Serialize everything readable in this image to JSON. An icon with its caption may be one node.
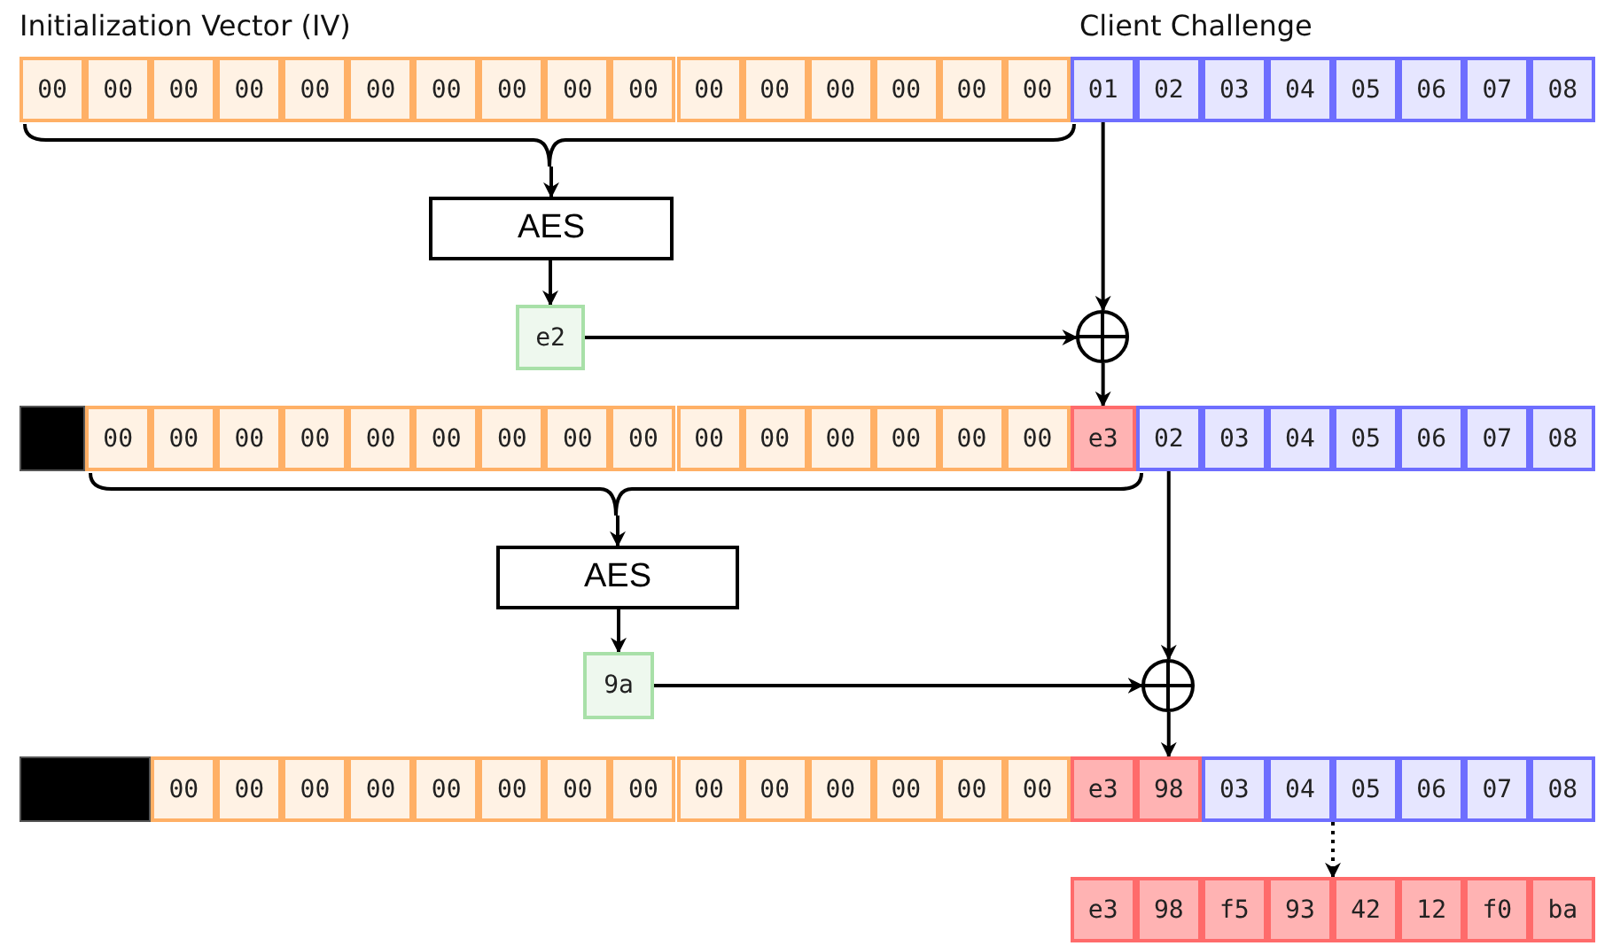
{
  "diagram": {
    "nodes": [
      {
        "text": [
          "00"
        ]
      },
      {
        "text": [
          "00"
        ]
      },
      {
        "text": [
          "00"
        ]
      },
      {
        "text": [
          "00"
        ]
      },
      {
        "text": [
          "00"
        ]
      },
      {
        "text": [
          "00"
        ]
      },
      {
        "text": [
          "00"
        ]
      },
      {
        "text": [
          "00"
        ]
      },
      {
        "text": [
          "00"
        ]
      },
      {
        "text": [
          "00"
        ]
      },
      {
        "text": [
          "00"
        ]
      },
      {
        "text": [
          "00"
        ]
      },
      {
        "text": [
          "00"
        ]
      },
      {
        "text": [
          "00"
        ]
      },
      {
        "text": [
          "00"
        ]
      },
      {
        "text": [
          "00"
        ]
      },
      {
        "text": [
          "01"
        ]
      },
      {
        "text": [
          "02"
        ]
      },
      {
        "text": [
          "03"
        ]
      },
      {
        "text": [
          "04"
        ]
      },
      {
        "text": [
          "05"
        ]
      },
      {
        "text": [
          "06"
        ]
      },
      {
        "text": [
          "07"
        ]
      },
      {
        "text": [
          "08"
        ]
      },
      {
        "text": [],
        "shape": "brace"
      },
      {
        "text": [
          "AES"
        ]
      },
      {
        "text": [
          "e2"
        ]
      },
      {
        "text": [],
        "shape": "circle"
      },
      {
        "text": [],
        "shape": "box"
      },
      {
        "text": [
          "00"
        ]
      },
      {
        "text": [
          "00"
        ]
      },
      {
        "text": [
          "00"
        ]
      },
      {
        "text": [
          "00"
        ]
      },
      {
        "text": [
          "00"
        ]
      },
      {
        "text": [
          "00"
        ]
      },
      {
        "text": [
          "00"
        ]
      },
      {
        "text": [
          "00"
        ]
      },
      {
        "text": [
          "00"
        ]
      },
      {
        "text": [
          "00"
        ]
      },
      {
        "text": [
          "00"
        ]
      },
      {
        "text": [
          "00"
        ]
      },
      {
        "text": [
          "00"
        ]
      },
      {
        "text": [
          "00"
        ]
      },
      {
        "text": [
          "00"
        ]
      },
      {
        "text": [
          "e3"
        ]
      },
      {
        "text": [
          "02"
        ]
      },
      {
        "text": [
          "03"
        ]
      },
      {
        "text": [
          "04"
        ]
      },
      {
        "text": [
          "05"
        ]
      },
      {
        "text": [
          "06"
        ]
      },
      {
        "text": [
          "07"
        ]
      },
      {
        "text": [
          "08"
        ]
      },
      {
        "text": [],
        "shape": "brace"
      },
      {
        "text": [
          "AES"
        ]
      },
      {
        "text": [
          "9a"
        ]
      },
      {
        "text": [],
        "shape": "circle"
      },
      {
        "text": [],
        "shape": "box"
      },
      {
        "text": [
          "00"
        ]
      },
      {
        "text": [
          "00"
        ]
      },
      {
        "text": [
          "00"
        ]
      },
      {
        "text": [
          "00"
        ]
      },
      {
        "text": [
          "00"
        ]
      },
      {
        "text": [
          "00"
        ]
      },
      {
        "text": [
          "00"
        ]
      },
      {
        "text": [
          "00"
        ]
      },
      {
        "text": [
          "00"
        ]
      },
      {
        "text": [
          "00"
        ]
      },
      {
        "text": [
          "00"
        ]
      },
      {
        "text": [
          "00"
        ]
      },
      {
        "text": [
          "00"
        ]
      },
      {
        "text": [
          "00"
        ]
      },
      {
        "text": [
          "e3"
        ]
      },
      {
        "text": [
          "98"
        ]
      },
      {
        "text": [
          "03"
        ]
      },
      {
        "text": [
          "04"
        ]
      },
      {
        "text": [
          "05"
        ]
      },
      {
        "text": [
          "06"
        ]
      },
      {
        "text": [
          "07"
        ]
      },
      {
        "text": [
          "08"
        ]
      },
      {
        "text": [
          "e3"
        ]
      },
      {
        "text": [
          "98"
        ]
      },
      {
        "text": [
          "f5"
        ]
      },
      {
        "text": [
          "93"
        ]
      },
      {
        "text": [
          "42"
        ]
      },
      {
        "text": [
          "12"
        ]
      },
      {
        "text": [
          "f0"
        ]
      },
      {
        "text": [
          "ba"
        ]
      }
    ],
    "edges": [
      {
        "from": 24,
        "to": 25,
        "arrow": "to"
      },
      {
        "from": 25,
        "to": 26,
        "arrow": "to"
      },
      {
        "from": 16,
        "to": 27,
        "arrow": "to"
      },
      {
        "from": 26,
        "to": 27,
        "arrow": "to"
      },
      {
        "from": 27,
        "to": 44,
        "arrow": "to"
      },
      {
        "from": 52,
        "to": 53,
        "arrow": "to"
      },
      {
        "from": 53,
        "to": 54,
        "arrow": "to"
      },
      {
        "from": 45,
        "to": 55,
        "arrow": "to"
      },
      {
        "from": 54,
        "to": 55,
        "arrow": "to"
      },
      {
        "from": 55,
        "to": 72,
        "arrow": "to"
      },
      {
        "from": 75,
        "to": 83,
        "arrow": "to",
        "style": "dashed"
      }
    ],
    "labels": [
      "Initialization Vector (IV)",
      "Client Challenge"
    ]
  }
}
